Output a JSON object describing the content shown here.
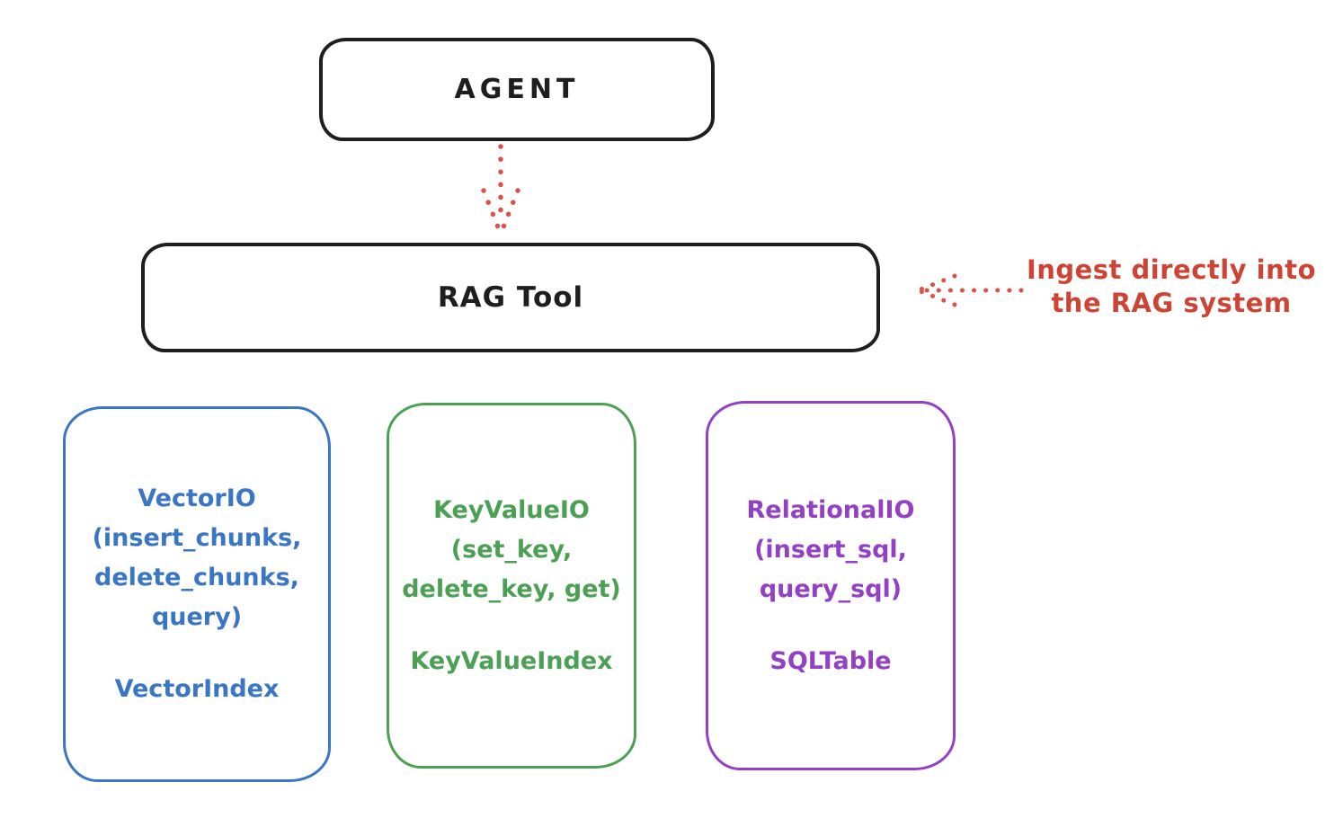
{
  "canvas": {
    "background": "#ffffff"
  },
  "agent_node": {
    "label": "AGENT",
    "outline_color": "#1e1e1e"
  },
  "rag_tool_node": {
    "label": "RAG Tool",
    "outline_color": "#1e1e1e"
  },
  "ingest_annotation": {
    "lines": [
      "Ingest directly into",
      "the RAG system"
    ],
    "color": "#cd4334"
  },
  "connectors": {
    "agent_to_rag_arrow": {
      "icon": "dotted-down-arrow",
      "style": "dotted",
      "direction": "down",
      "color": "#d9534a"
    },
    "ingest_to_rag_arrow": {
      "icon": "dotted-left-arrow",
      "style": "dotted",
      "direction": "left",
      "color": "#d9534a"
    }
  },
  "backend_nodes": [
    {
      "name": "vector-io",
      "accent_color": "#3a76c4",
      "interface_lines": [
        "VectorIO",
        "(insert_chunks,",
        "delete_chunks,",
        "query)"
      ],
      "index_label": "VectorIndex"
    },
    {
      "name": "keyvalue-io",
      "accent_color": "#4ca053",
      "interface_lines": [
        "KeyValueIO",
        "(set_key,",
        "delete_key, get)"
      ],
      "index_label": "KeyValueIndex"
    },
    {
      "name": "relational-io",
      "accent_color": "#9440c4",
      "interface_lines": [
        "RelationalIO",
        "(insert_sql,",
        "query_sql)"
      ],
      "index_label": "SQLTable"
    }
  ]
}
